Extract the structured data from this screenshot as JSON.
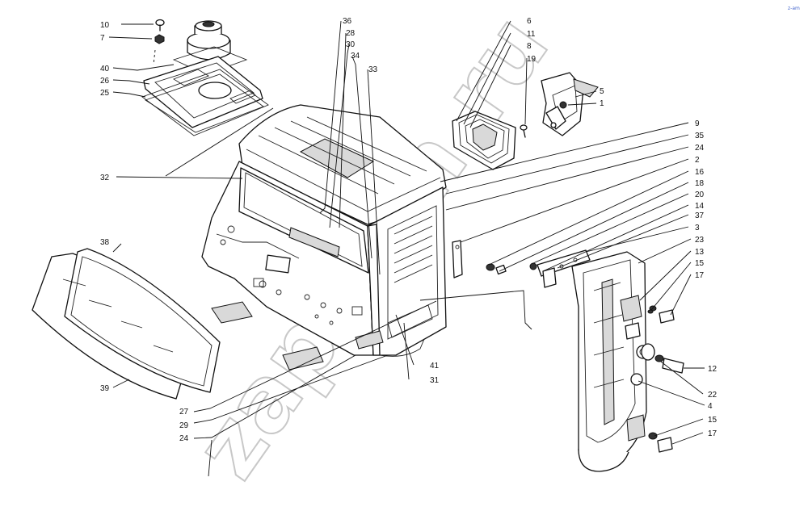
{
  "corner_mark": "z-am",
  "watermark": "zap-mm.ru",
  "callouts": [
    {
      "id": "c10",
      "text": "10"
    },
    {
      "id": "c7",
      "text": "7"
    },
    {
      "id": "c40",
      "text": "40"
    },
    {
      "id": "c26",
      "text": "26"
    },
    {
      "id": "c25",
      "text": "25"
    },
    {
      "id": "c32",
      "text": "32"
    },
    {
      "id": "c38",
      "text": "38"
    },
    {
      "id": "c39",
      "text": "39"
    },
    {
      "id": "c27",
      "text": "27"
    },
    {
      "id": "c29",
      "text": "29"
    },
    {
      "id": "c24b",
      "text": "24"
    },
    {
      "id": "c36",
      "text": "36"
    },
    {
      "id": "c28",
      "text": "28"
    },
    {
      "id": "c30",
      "text": "30"
    },
    {
      "id": "c34",
      "text": "34"
    },
    {
      "id": "c33",
      "text": "33"
    },
    {
      "id": "c41",
      "text": "41"
    },
    {
      "id": "c31",
      "text": "31"
    },
    {
      "id": "c6",
      "text": "6"
    },
    {
      "id": "c11",
      "text": "11"
    },
    {
      "id": "c8",
      "text": "8"
    },
    {
      "id": "c19",
      "text": "19"
    },
    {
      "id": "c5",
      "text": "5"
    },
    {
      "id": "c1",
      "text": "1"
    },
    {
      "id": "c9",
      "text": "9"
    },
    {
      "id": "c35",
      "text": "35"
    },
    {
      "id": "c24",
      "text": "24"
    },
    {
      "id": "c2",
      "text": "2"
    },
    {
      "id": "c16",
      "text": "16"
    },
    {
      "id": "c18",
      "text": "18"
    },
    {
      "id": "c20",
      "text": "20"
    },
    {
      "id": "c14",
      "text": "14"
    },
    {
      "id": "c37",
      "text": "37"
    },
    {
      "id": "c3",
      "text": "3"
    },
    {
      "id": "c23",
      "text": "23"
    },
    {
      "id": "c13",
      "text": "13"
    },
    {
      "id": "c15",
      "text": "15"
    },
    {
      "id": "c17",
      "text": "17"
    },
    {
      "id": "c12",
      "text": "12"
    },
    {
      "id": "c22",
      "text": "22"
    },
    {
      "id": "c4",
      "text": "4"
    },
    {
      "id": "c15b",
      "text": "15"
    },
    {
      "id": "c17b",
      "text": "17"
    }
  ]
}
